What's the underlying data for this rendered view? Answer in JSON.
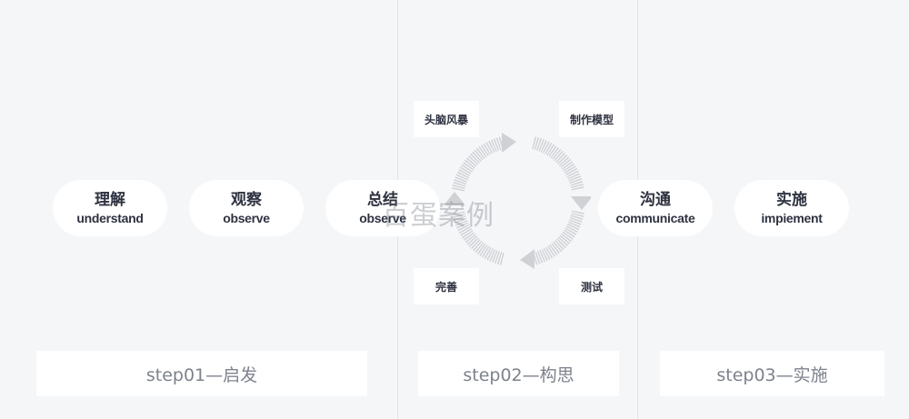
{
  "stages": [
    {
      "zh": "理解",
      "en": "understand"
    },
    {
      "zh": "观察",
      "en": "observe"
    },
    {
      "zh": "总结",
      "en": "observe"
    },
    {
      "zh": "沟通",
      "en": "communicate"
    },
    {
      "zh": "实施",
      "en": "impiement"
    }
  ],
  "cycle_tags": {
    "top_left": "头脑风暴",
    "top_right": "制作模型",
    "bottom_left": "完善",
    "bottom_right": "测试"
  },
  "steps": [
    "step01—启发",
    "step02—构思",
    "step03—实施"
  ],
  "watermark": "百蛋案例",
  "colors": {
    "background": "#f5f6f8",
    "card": "#ffffff",
    "text_dark": "#2e3240",
    "text_muted": "#7d828c",
    "cycle_arrow": "#cfd1d5"
  }
}
